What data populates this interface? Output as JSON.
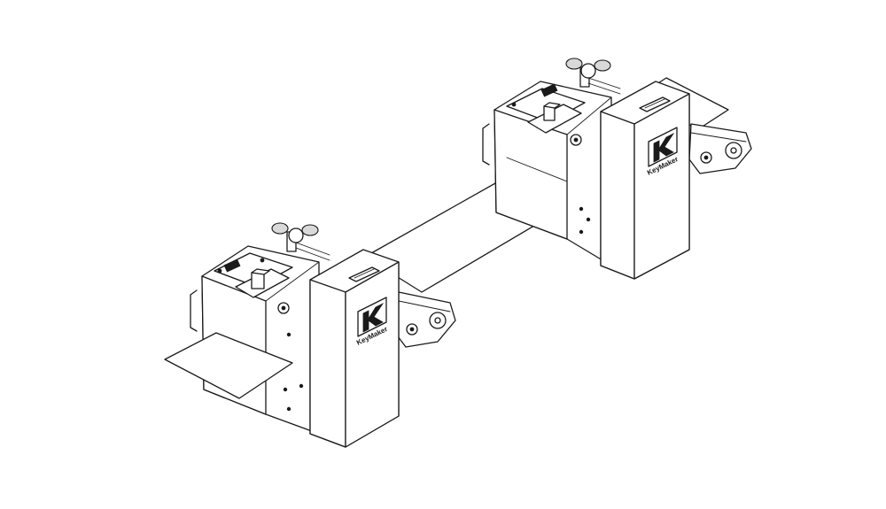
{
  "diagram": {
    "line_color": "#1a1a1a",
    "background": "#ffffff",
    "components": [
      {
        "name": "left-unit",
        "brand_label": "KeyMaker",
        "logo_icon": "k-logo-icon"
      },
      {
        "name": "right-unit",
        "brand_label": "KeyMaker",
        "logo_icon": "k-logo-icon"
      }
    ]
  }
}
